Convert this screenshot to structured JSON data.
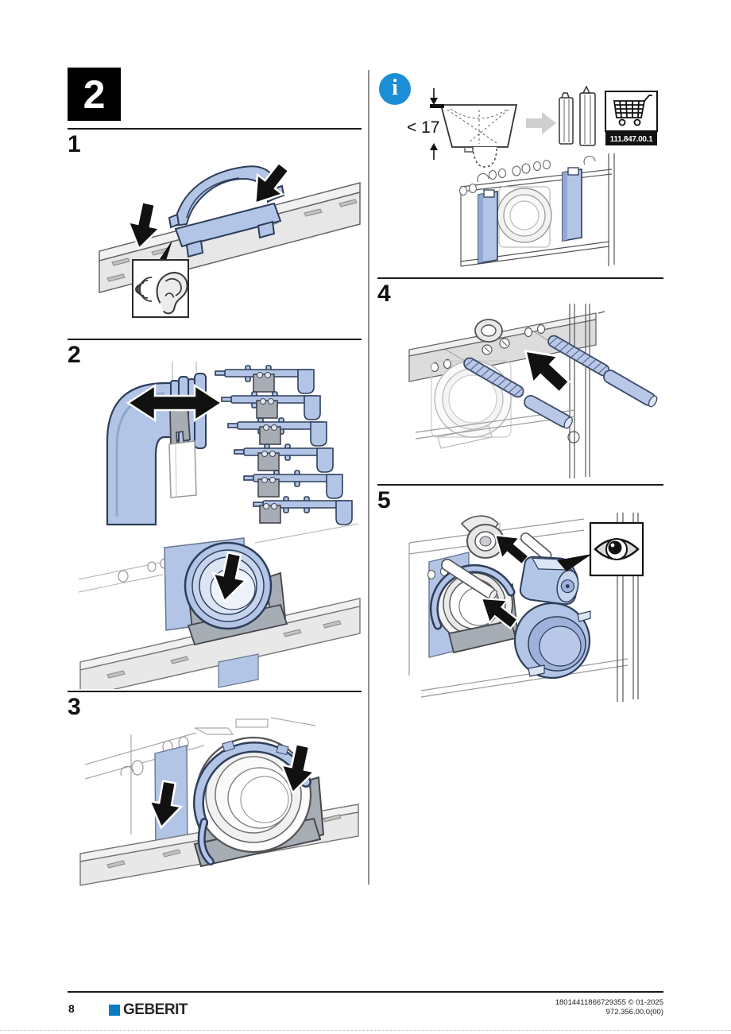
{
  "document": {
    "section_number": "2",
    "steps": {
      "s1": "1",
      "s2": "2",
      "s3": "3",
      "s4": "4",
      "s5": "5"
    },
    "info": {
      "icon_glyph": "i",
      "dimension_note": "< 17",
      "part_number": "111.847.00.1"
    },
    "footer": {
      "page_number": "8",
      "brand": "GEBERIT",
      "ref_line1": "18014411866729355 © 01-2025",
      "ref_line2": "972.356.00.0(00)"
    },
    "icons": {
      "info": "info-icon",
      "ear": "listen-for-click-icon",
      "eye": "visual-check-icon",
      "cart": "shopping-cart-icon",
      "arrows": "direction-arrow-icon"
    },
    "colors": {
      "part_blue": "#b3c5e7",
      "outline_navy": "#2e3e5a",
      "info_blue": "#1d8ed6",
      "brand_blue": "#0d7ac4",
      "clip_gray": "#a7adb5",
      "rail_gray": "#e8e8e8"
    }
  }
}
